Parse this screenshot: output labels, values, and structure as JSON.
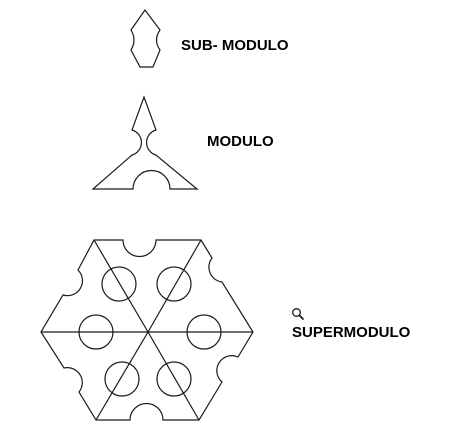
{
  "labels": {
    "sub_modulo": "SUB- MODULO",
    "modulo": "MODULO",
    "supermodulo": "SUPERMODULO"
  },
  "icons": {
    "cursor": "zoom-magnifier-icon"
  },
  "colors": {
    "stroke": "#1a1a1a",
    "background": "#ffffff"
  }
}
